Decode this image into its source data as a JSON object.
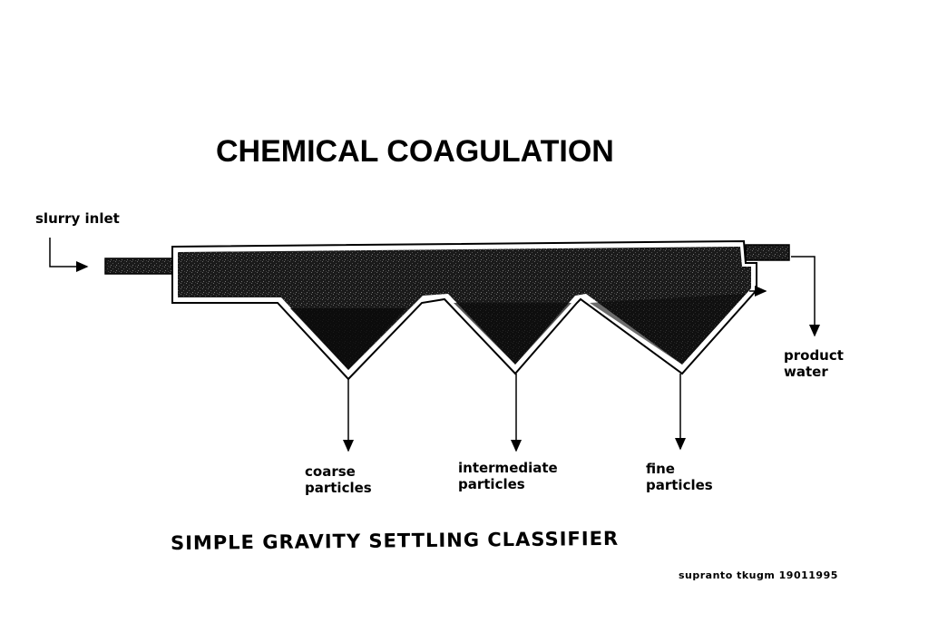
{
  "title": "CHEMICAL  COAGULATION",
  "labels": {
    "slurry_inlet": "slurry inlet",
    "product_water_line1": "product",
    "product_water_line2": "water",
    "coarse_line1": "coarse",
    "coarse_line2": "particles",
    "intermediate_line1": "intermediate",
    "intermediate_line2": "particles",
    "fine_line1": "fine",
    "fine_line2": "particles"
  },
  "caption": "SIMPLE GRAVITY SETTLING CLASSIFIER",
  "credit": "supranto tkugm 19011995"
}
